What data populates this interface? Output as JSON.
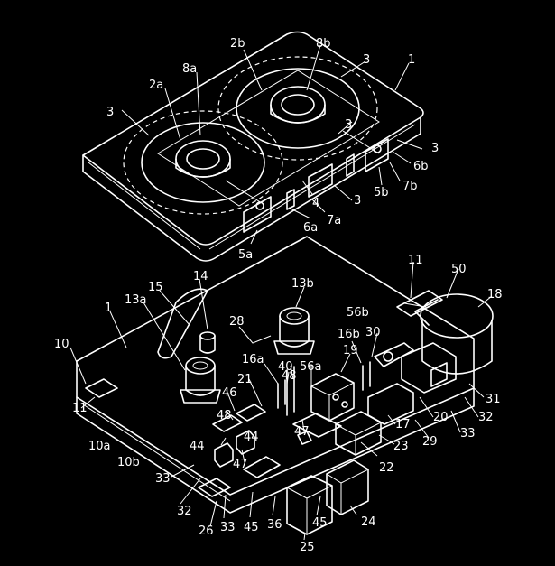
{
  "labels": [
    "1",
    "2a",
    "2b",
    "3",
    "3",
    "3",
    "3",
    "3",
    "4",
    "5a",
    "5b",
    "6a",
    "6b",
    "7a",
    "7b",
    "8a",
    "8b",
    "1",
    "10",
    "11",
    "11",
    "10a",
    "10b",
    "13a",
    "13b",
    "14",
    "15",
    "16a",
    "16b",
    "17",
    "18",
    "19",
    "20",
    "21",
    "22",
    "23",
    "24",
    "25",
    "26",
    "28",
    "29",
    "30",
    "31",
    "32",
    "32",
    "33",
    "33",
    "33",
    "36",
    "40",
    "44",
    "44",
    "45",
    "45",
    "46",
    "47",
    "47",
    "48",
    "48",
    "50",
    "56a",
    "56b"
  ],
  "colors": {
    "background": "#000000",
    "line": "#ffffff"
  }
}
